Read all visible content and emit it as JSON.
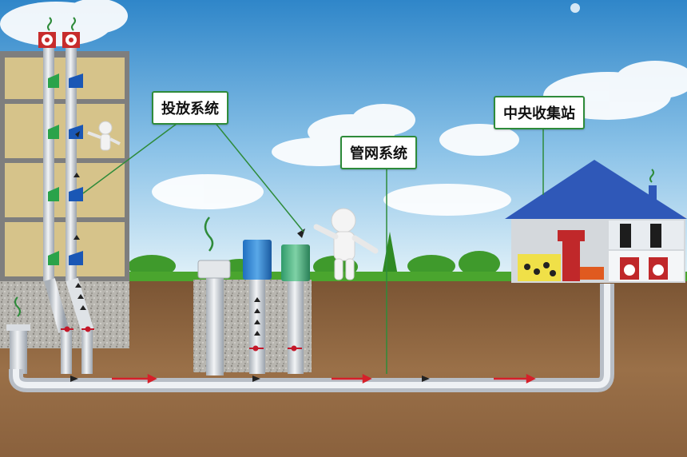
{
  "labels": {
    "disposal_system": "投放系统",
    "pipe_network_system": "管网系统",
    "central_station": "中央收集站"
  },
  "colors": {
    "sky_top": "#2f86c9",
    "sky_bottom": "#cde7f6",
    "grass": "#4aa52e",
    "soil": "#8a633f",
    "pipe": "#d9dde2",
    "arrow": "#d6202a",
    "callout_border": "#2e8b3a",
    "roof": "#2f58b8",
    "chute_green": "#2aa34a",
    "chute_blue": "#1a57b5"
  },
  "icons": [
    "fan-icon",
    "waste-bag-icon",
    "flow-arrow-icon",
    "valve-icon",
    "person-icon",
    "exhaust-icon"
  ]
}
